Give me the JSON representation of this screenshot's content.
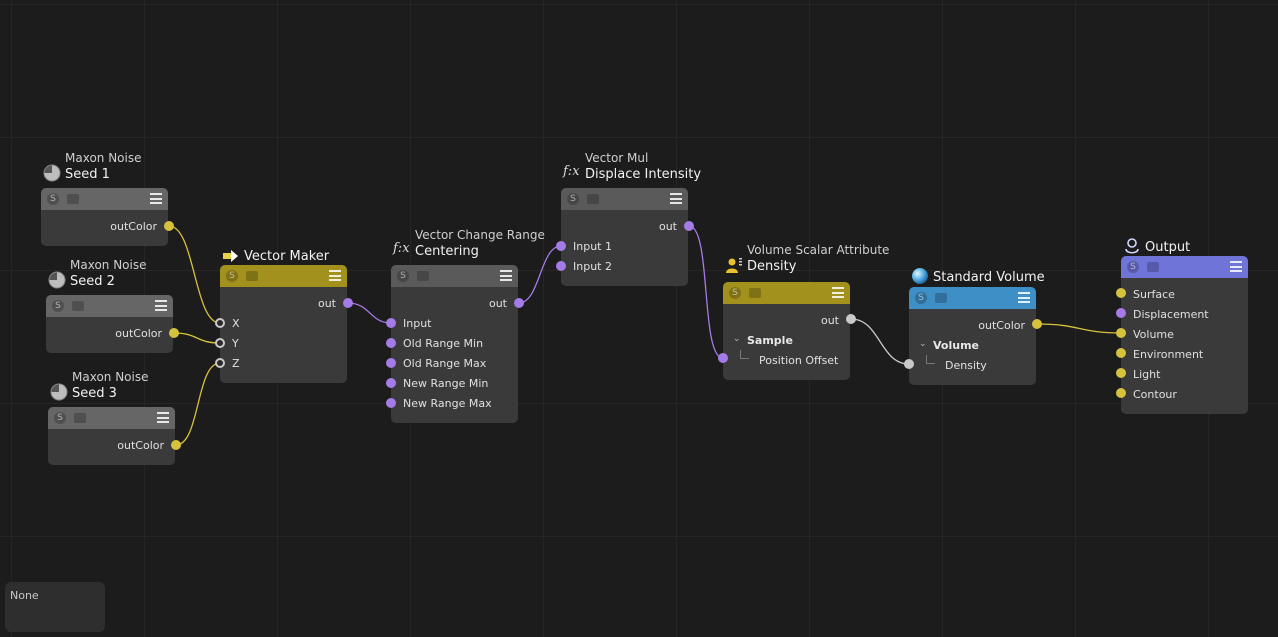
{
  "colors": {
    "grid_bg": "#1c1c1c",
    "node_body": "#3a3a3a",
    "header_noise": "#666666",
    "header_maker": "#a3911d",
    "header_range": "#5a5a5a",
    "header_mul": "#5a5a5a",
    "header_density": "#a3911d",
    "header_standard": "#3d8fc6",
    "header_output": "#6f74d8",
    "wire_yellow": "#d6c23c",
    "wire_purple": "#a57be8",
    "wire_grey": "#c9c9c9"
  },
  "nodes": {
    "noise1": {
      "type": "Maxon Noise",
      "name": "Seed 1",
      "out": "outColor",
      "icon": "noise-icon"
    },
    "noise2": {
      "type": "Maxon Noise",
      "name": "Seed 2",
      "out": "outColor",
      "icon": "noise-icon"
    },
    "noise3": {
      "type": "Maxon Noise",
      "name": "Seed 3",
      "out": "outColor",
      "icon": "noise-icon"
    },
    "vector_maker": {
      "name": "Vector Maker",
      "out": "out",
      "inputs": [
        "X",
        "Y",
        "Z"
      ],
      "icon": "vector-maker-icon"
    },
    "change_range": {
      "type": "Vector Change Range",
      "name": "Centering",
      "out": "out",
      "inputs": [
        "Input",
        "Old Range Min",
        "Old Range Max",
        "New Range Min",
        "New Range Max"
      ],
      "icon": "fx-icon",
      "icon_text": "f:x"
    },
    "vector_mul": {
      "type": "Vector Mul",
      "name": "Displace Intensity",
      "out": "out",
      "inputs": [
        "Input 1",
        "Input 2"
      ],
      "icon": "fx-icon",
      "icon_text": "f:x"
    },
    "density": {
      "type": "Volume Scalar Attribute",
      "name": "Density",
      "out": "out",
      "group": "Sample",
      "inputs": [
        "Position Offset"
      ],
      "icon": "volume-attribute-icon"
    },
    "standard_volume": {
      "name": "Standard Volume",
      "out": "outColor",
      "group": "Volume",
      "inputs": [
        "Density"
      ],
      "icon": "sphere-icon"
    },
    "output": {
      "name": "Output",
      "inputs": [
        "Surface",
        "Displacement",
        "Volume",
        "Environment",
        "Light",
        "Contour"
      ],
      "icon": "output-icon"
    }
  },
  "header_icons": {
    "s_label": "S",
    "icons": [
      "shader-icon",
      "preview-icon",
      "menu-icon"
    ]
  },
  "none_box": {
    "label": "None"
  }
}
